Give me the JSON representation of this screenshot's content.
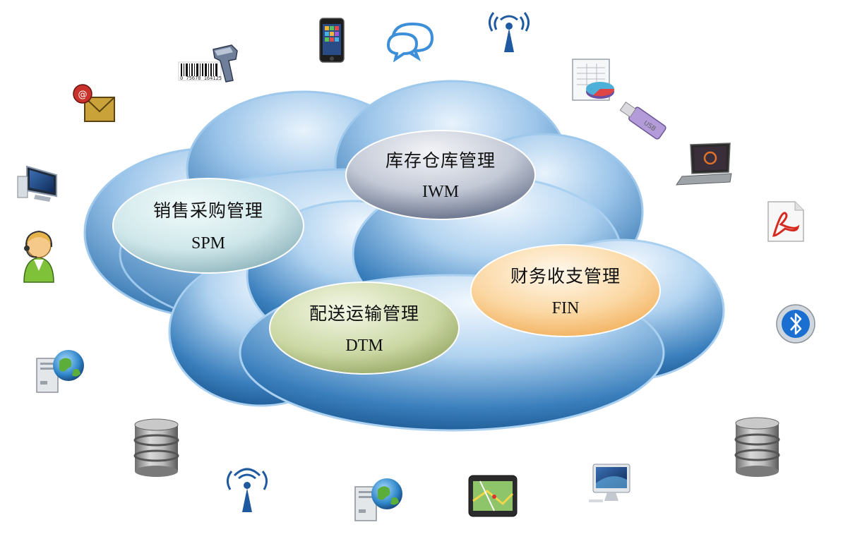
{
  "modules": [
    {
      "key": "iwm",
      "title_cn": "库存仓库管理",
      "title_en": "IWM"
    },
    {
      "key": "spm",
      "title_cn": "销售采购管理",
      "title_en": "SPM"
    },
    {
      "key": "fin",
      "title_cn": "财务收支管理",
      "title_en": "FIN"
    },
    {
      "key": "dtm",
      "title_cn": "配送运输管理",
      "title_en": "DTM"
    }
  ],
  "icons": {
    "barcode_digits": "0 75678 164125",
    "usb_label": "USB"
  },
  "colors": {
    "cloud_light": "#cfe4f8",
    "cloud_dark": "#1f5f9a",
    "spm_fill": "#cfe7ea",
    "iwm_fill": "#aab3c4",
    "dtm_fill": "#c6d49a",
    "fin_fill": "#fbd39a"
  }
}
